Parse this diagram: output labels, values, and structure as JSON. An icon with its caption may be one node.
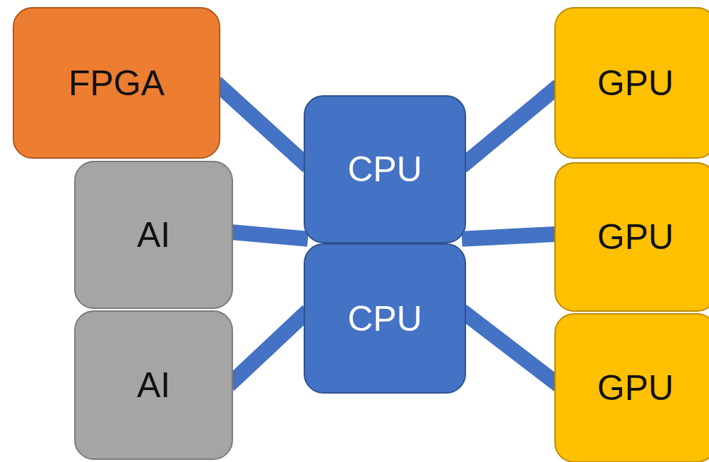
{
  "diagram": {
    "nodes": [
      {
        "text": [
          "FPGA"
        ]
      },
      {
        "text": [
          "GPU"
        ]
      },
      {
        "text": [
          "CPU"
        ]
      },
      {
        "text": [
          "AI"
        ]
      },
      {
        "text": [
          "GPU"
        ]
      },
      {
        "text": [
          "CPU"
        ]
      },
      {
        "text": [
          "AI"
        ]
      },
      {
        "text": [
          "GPU"
        ]
      }
    ],
    "edges": [
      {
        "from": 0,
        "to": 2,
        "arrow": "none"
      },
      {
        "from": 1,
        "to": 2,
        "arrow": "none"
      },
      {
        "from": 3,
        "to": 2,
        "arrow": "none"
      },
      {
        "from": 4,
        "to": 2,
        "arrow": "none"
      },
      {
        "from": 6,
        "to": 5,
        "arrow": "none"
      },
      {
        "from": 7,
        "to": 5,
        "arrow": "none"
      }
    ]
  }
}
